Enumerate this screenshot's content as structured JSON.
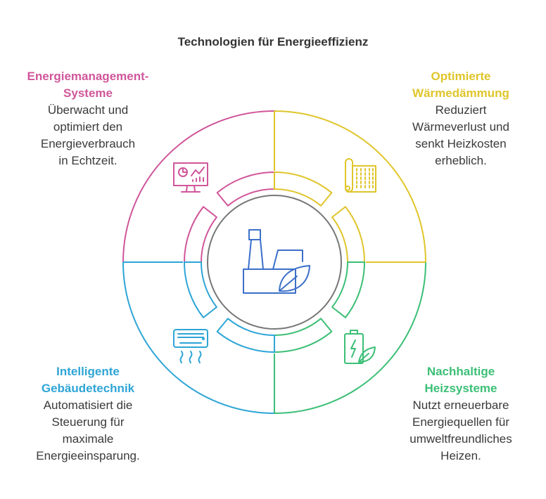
{
  "title": "Technologien für Energieeffizienz",
  "colors": {
    "pink": "#d0569a",
    "yellow": "#dfc52a",
    "green": "#3cbf76",
    "blue": "#2ea5d6",
    "gray": "#777777",
    "center_icon": "#3b6fc9"
  },
  "center": {
    "icon": "factory-leaf-icon"
  },
  "sections": {
    "top_left": {
      "heading_lines": [
        "Energiemanagement-",
        "Systeme"
      ],
      "body_lines": [
        "Überwacht und",
        "optimiert den",
        "Energieverbrauch",
        "in Echtzeit."
      ],
      "icon": "monitor-chart-icon",
      "color": "#d0569a"
    },
    "top_right": {
      "heading_lines": [
        "Optimierte",
        "Wärmedämmung"
      ],
      "body_lines": [
        "Reduziert",
        "Wärmeverlust und",
        "senkt Heizkosten",
        "erheblich."
      ],
      "icon": "insulation-roll-icon",
      "color": "#dfc52a"
    },
    "bottom_left": {
      "heading_lines": [
        "Intelligente",
        "Gebäudetechnik"
      ],
      "body_lines": [
        "Automatisiert die",
        "Steuerung für",
        "maximale",
        "Energieeinsparung."
      ],
      "icon": "air-conditioner-icon",
      "color": "#2ea5d6"
    },
    "bottom_right": {
      "heading_lines": [
        "Nachhaltige",
        "Heizsysteme"
      ],
      "body_lines": [
        "Nutzt erneuerbare",
        "Energiequellen für",
        "umweltfreundliches",
        "Heizen."
      ],
      "icon": "eco-battery-icon",
      "color": "#3cbf76"
    }
  }
}
